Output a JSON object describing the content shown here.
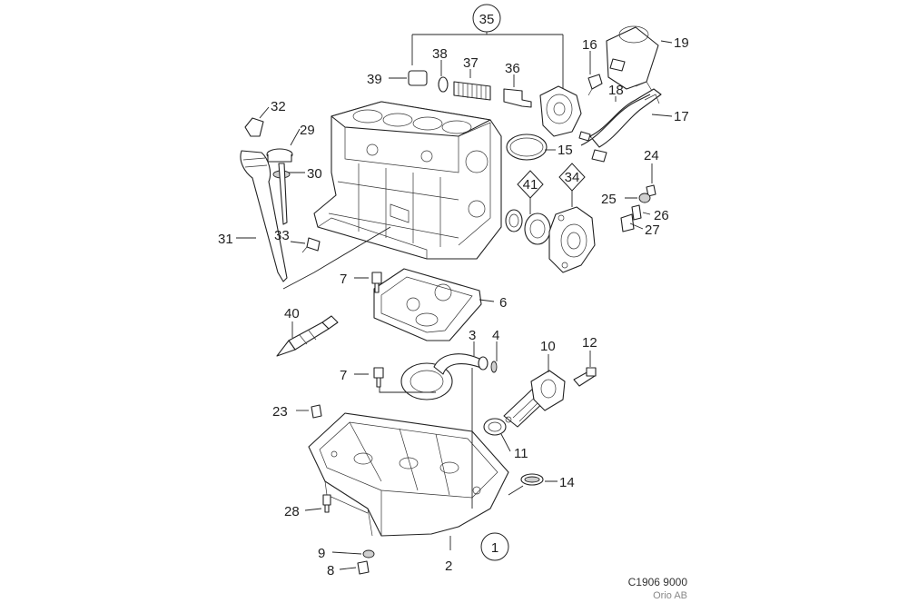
{
  "labels": {
    "l1": "1",
    "l2": "2",
    "l3": "3",
    "l4": "4",
    "l6": "6",
    "l7a": "7",
    "l7b": "7",
    "l8": "8",
    "l9": "9",
    "l10": "10",
    "l11": "11",
    "l12": "12",
    "l14": "14",
    "l15": "15",
    "l16": "16",
    "l17": "17",
    "l18": "18",
    "l19": "19",
    "l23": "23",
    "l24": "24",
    "l25": "25",
    "l26": "26",
    "l27": "27",
    "l28": "28",
    "l29": "29",
    "l30": "30",
    "l31": "31",
    "l32": "32",
    "l33": "33",
    "l34": "34",
    "l35": "35",
    "l36": "36",
    "l37": "37",
    "l38": "38",
    "l39": "39",
    "l40": "40",
    "l41": "41"
  },
  "footer": {
    "code": "C1906 9000",
    "company": "Orio AB"
  }
}
